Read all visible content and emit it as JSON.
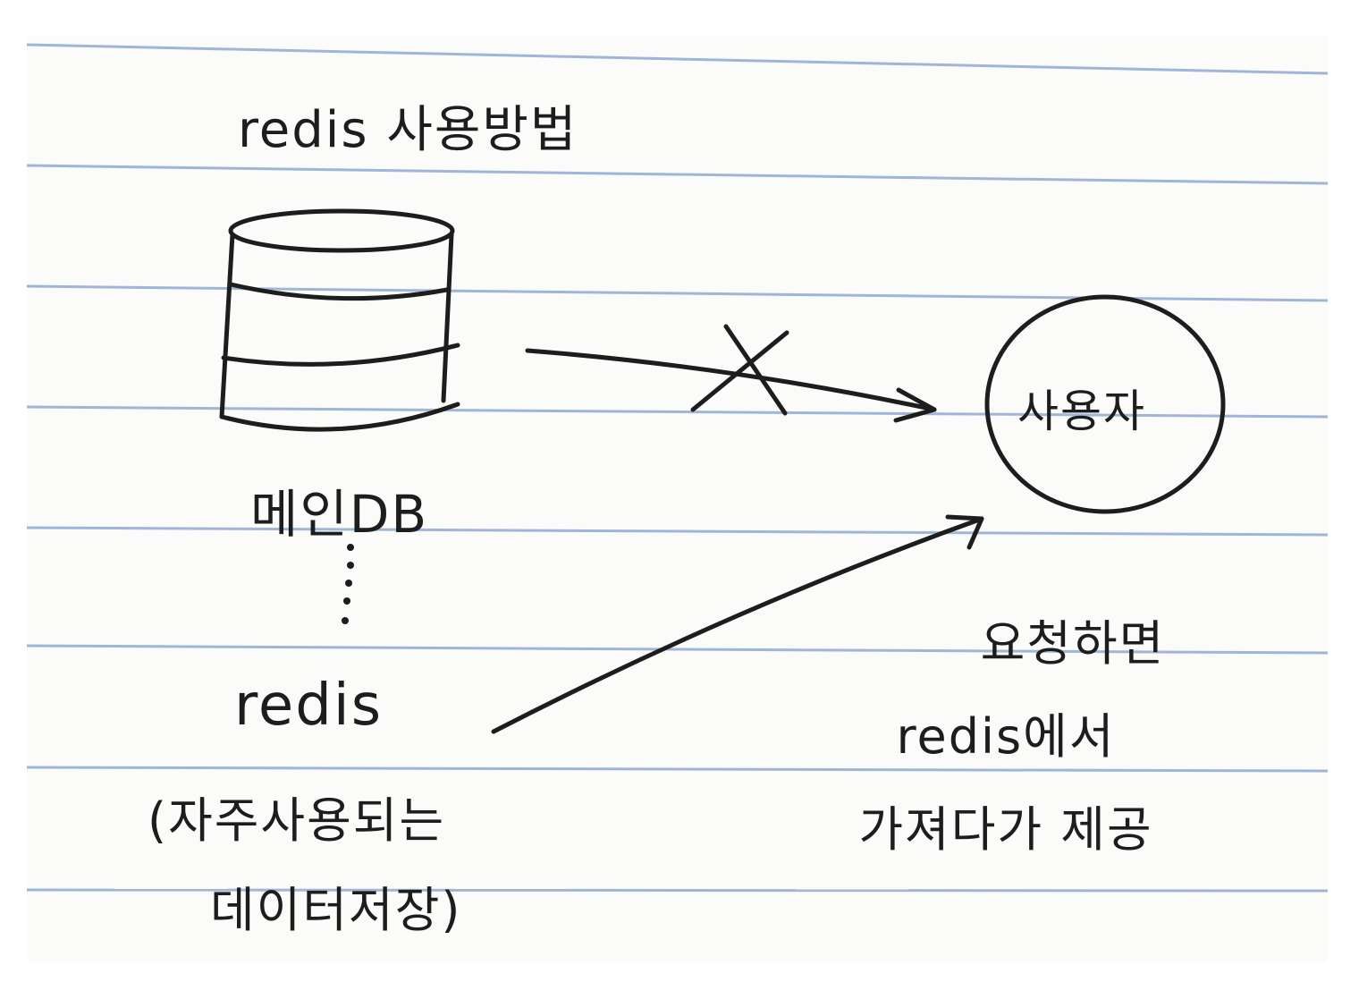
{
  "title": "redis 사용방법",
  "nodes": {
    "main_db": "메인DB",
    "redis": "redis",
    "redis_note_line1": "(자주사용되는",
    "redis_note_line2": "데이터저장)",
    "user": "사용자"
  },
  "annotation": {
    "line1": "요청하면",
    "line2": "redis에서",
    "line3": "가져다가 제공"
  },
  "edges": [
    {
      "from": "main_db",
      "to": "user",
      "status": "crossed-out"
    },
    {
      "from": "redis",
      "to": "user",
      "status": "active"
    }
  ],
  "colors": {
    "ink": "#1d1d1d",
    "rule_line": "#9fb6d8",
    "paper": "#fbfbf9"
  }
}
